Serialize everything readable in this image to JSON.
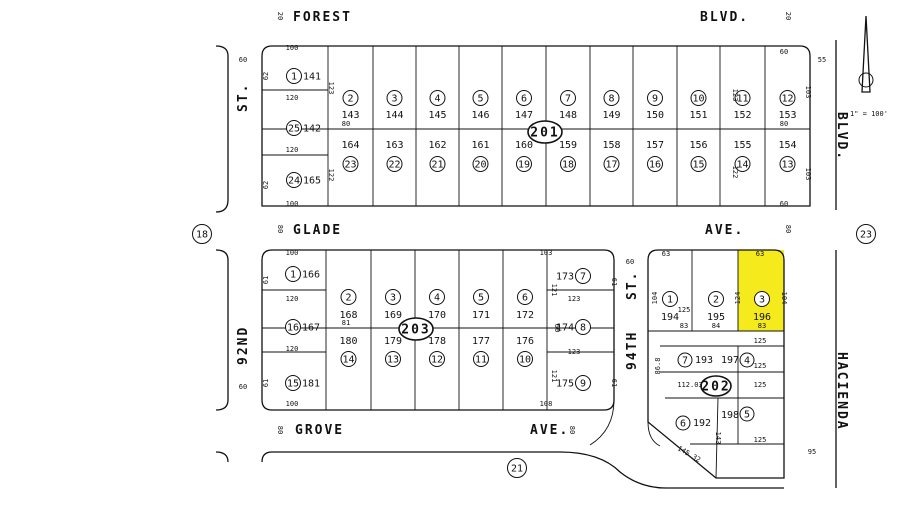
{
  "streets": {
    "forest": "FOREST",
    "blvd_top": "BLVD.",
    "glade": "GLADE",
    "ave_glade": "AVE.",
    "grove": "GROVE",
    "ave_grove": "AVE.",
    "st_left": "ST.",
    "nd_92": "92ND",
    "th_94": "94TH",
    "st_94": "ST.",
    "blvd_right": "BLVD.",
    "hacienda": "HACIENDA"
  },
  "scale": "1\" = 100'",
  "blocks": {
    "b201": "201",
    "b203": "203",
    "b202": "202",
    "b18": "18",
    "b23": "23",
    "b21": "21"
  },
  "block201": {
    "top_lots": [
      {
        "circ": "2",
        "p": "143"
      },
      {
        "circ": "3",
        "p": "144"
      },
      {
        "circ": "4",
        "p": "145"
      },
      {
        "circ": "5",
        "p": "146"
      },
      {
        "circ": "6",
        "p": "147"
      },
      {
        "circ": "7",
        "p": "148"
      },
      {
        "circ": "8",
        "p": "149"
      },
      {
        "circ": "9",
        "p": "150"
      },
      {
        "circ": "10",
        "p": "151"
      },
      {
        "circ": "11",
        "p": "152"
      },
      {
        "circ": "12",
        "p": "153"
      }
    ],
    "bottom_lots": [
      {
        "circ": "23",
        "p": "164"
      },
      {
        "circ": "22",
        "p": "163"
      },
      {
        "circ": "21",
        "p": "162"
      },
      {
        "circ": "20",
        "p": "161"
      },
      {
        "circ": "19",
        "p": "160"
      },
      {
        "circ": "18",
        "p": "159"
      },
      {
        "circ": "17",
        "p": "158"
      },
      {
        "circ": "16",
        "p": "157"
      },
      {
        "circ": "15",
        "p": "156"
      },
      {
        "circ": "14",
        "p": "155"
      },
      {
        "circ": "13",
        "p": "154"
      }
    ],
    "side_lots": [
      {
        "circ": "1",
        "p": "141"
      },
      {
        "circ": "25",
        "p": "142"
      },
      {
        "circ": "24",
        "p": "165"
      }
    ]
  },
  "block203": {
    "top_lots": [
      {
        "circ": "2",
        "p": "168"
      },
      {
        "circ": "3",
        "p": "169"
      },
      {
        "circ": "4",
        "p": "170"
      },
      {
        "circ": "5",
        "p": "171"
      },
      {
        "circ": "6",
        "p": "172"
      }
    ],
    "bottom_lots": [
      {
        "circ": "14",
        "p": "180"
      },
      {
        "circ": "13",
        "p": "179"
      },
      {
        "circ": "12",
        "p": "178"
      },
      {
        "circ": "11",
        "p": "177"
      },
      {
        "circ": "10",
        "p": "176"
      }
    ],
    "left_lots": [
      {
        "circ": "1",
        "p": "166"
      },
      {
        "circ": "16",
        "p": "167"
      },
      {
        "circ": "15",
        "p": "181"
      }
    ],
    "right_lots": [
      {
        "circ": "7",
        "p": "173"
      },
      {
        "circ": "8",
        "p": "174"
      },
      {
        "circ": "9",
        "p": "175"
      }
    ]
  },
  "block202": {
    "top_lots": [
      {
        "circ": "1",
        "p": "194"
      },
      {
        "circ": "2",
        "p": "195"
      },
      {
        "circ": "3",
        "p": "196"
      }
    ],
    "lower": [
      {
        "circ": "7",
        "p": "193"
      },
      {
        "circ": "4",
        "p": "197"
      },
      {
        "circ": "5",
        "p": "198"
      },
      {
        "circ": "6",
        "p": "192"
      }
    ]
  },
  "dims": {
    "d100": "100",
    "d120": "120",
    "d60": "60",
    "d62": "62",
    "d80": "80",
    "d55": "55",
    "d103": "103",
    "d123": "123",
    "d122": "122",
    "d121": "121",
    "d61": "61",
    "d108": "108",
    "d63": "63",
    "d104": "104",
    "d124": "124",
    "d125": "125",
    "d83": "83",
    "d84": "84",
    "d86": "86.8",
    "d112": "112.03",
    "d143": "143",
    "d145": "145.32",
    "d95": "95",
    "d81": "81"
  },
  "colors": {
    "highlight": "#f5ea1c",
    "ink": "#111111"
  }
}
